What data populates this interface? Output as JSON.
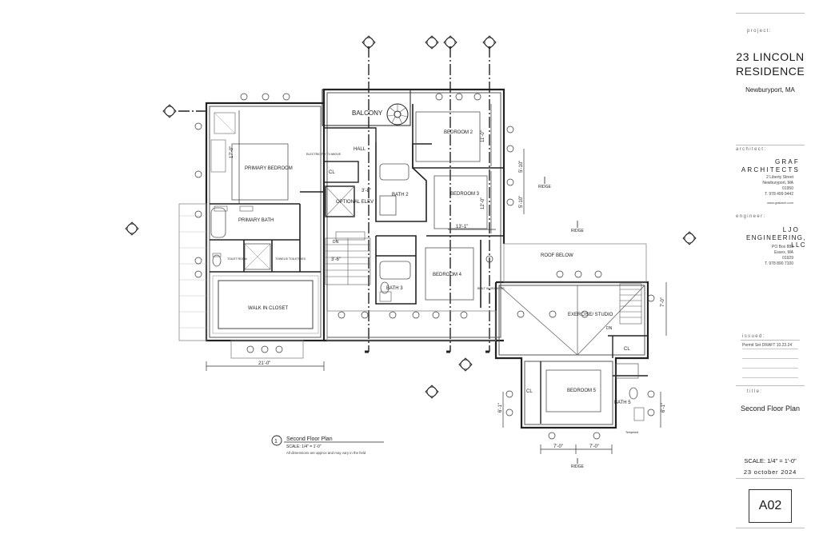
{
  "plan": {
    "rooms": {
      "balcony": "BALCONY",
      "primary_bedroom": "PRIMARY BEDROOM",
      "primary_bath": "PRIMARY BATH",
      "walk_in_closet": "WALK IN CLOSET",
      "toilet_room": "TOILET ROOM",
      "towels_toiletries": "TOWELS/ TOILETRIES",
      "hall": "HALL",
      "cl_hall": "CL",
      "optional_elev": "OPTIONAL ELEV",
      "bath_2": "BATH 2",
      "bedroom_2": "BEDROOM 2",
      "bedroom_3": "BEDROOM 3",
      "bedroom_4": "BEDROOM 4",
      "bath_3": "BATH 3",
      "exercise_studio": "EXERCISE/ STUDIO",
      "cl_exercise": "CL",
      "bedroom_5": "BEDROOM 5",
      "cl_bedroom5": "CL",
      "bath_5": "BATH 5",
      "roof_below": "ROOF BELOW"
    },
    "dimensions": {
      "d17": "17'-0\"",
      "d21": "21'-0\"",
      "d11": "11'-0\"",
      "d12": "12'-0\"",
      "d5_10a": "5'-10\"",
      "d5_10b": "5'-10\"",
      "d13_1": "13'-1\"",
      "d3_8": "3'-8\"",
      "d3_6": "3'-6\"",
      "d7_0v": "7'-0\"",
      "d6_1l": "6'-1\"",
      "d6_1r": "6'-1\"",
      "d7_0a": "7'-0\"",
      "d7_0b": "7'-0\""
    },
    "ridge_labels": [
      "RIDGE",
      "RIDGE",
      "RIDGE"
    ],
    "dn_labels": [
      "DN",
      "DN"
    ],
    "tempered": "Tempered",
    "built_in_drawers": "BUILT IN DRAWERS",
    "electric_fp": "ELECTRIC FP/ TV ABOVE",
    "caption": {
      "number": "1",
      "title": "Second Floor Plan",
      "scale": "SCALE: 1/4\" = 1'-0\"",
      "note": "All dimensions are approx and may vary in the field"
    }
  },
  "titleblock": {
    "project_label": "project:",
    "project_name_line1": "23 LINCOLN",
    "project_name_line2": "RESIDENCE",
    "project_location": "Newburyport, MA",
    "architect_label": "architect:",
    "architect_name_line1": "GRAF",
    "architect_name_line2": "ARCHITECTS",
    "architect_address": [
      "2 Liberty Street",
      "Newburyport, MA",
      "01950",
      "T. 978 499 9442",
      "www.grafarch.com"
    ],
    "engineer_label": "engineer:",
    "engineer_name_line1": "LJO",
    "engineer_name_line2": "ENGINEERING, LLC",
    "engineer_address": [
      "PO Box 888",
      "Essex, MA",
      "01929",
      "T. 978 890 7100"
    ],
    "issued_label": "issued:",
    "issued_entry": "Permit Set DRAFT  10.23.24",
    "title_label": "title:",
    "sheet_title": "Second Floor Plan",
    "scale": "SCALE: 1/4\" = 1'-0\"",
    "date": "23 october 2024",
    "sheet_number": "A02"
  },
  "colors": {
    "line": "#222222",
    "hatch": "#9a9a9a",
    "light": "#bbbbbb"
  }
}
